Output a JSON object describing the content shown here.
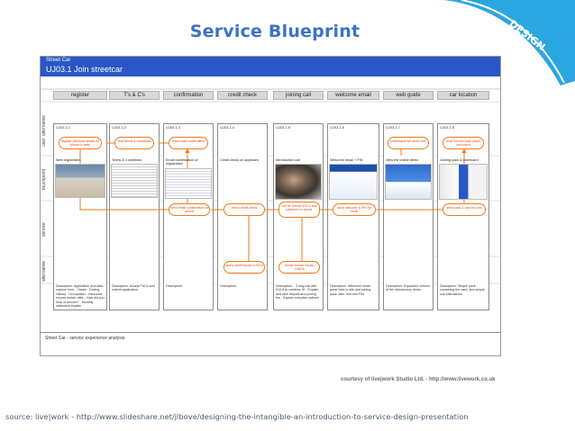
{
  "title": "Service Blueprint",
  "badge_text": "DESIGN",
  "blueprint": {
    "header_small": "Street Car",
    "header_big": "UJ03.1 Join streetcar",
    "row_labels": [
      "alternative",
      "user",
      "touchpoint",
      "service",
      "alternative"
    ],
    "columns": [
      {
        "head": "register",
        "uj": "UJ03.1.1",
        "pill_user": "register personal details (in phone or web)",
        "touchpoint": "Web registration",
        "pill_service": "",
        "description": "Description: Application and data capture form: - Name - Driving History - Occupation - Insurance excess waiver offer - How did you hear of service? - Monthly statement explain"
      },
      {
        "head": "T's & C's",
        "uj": "UJ03.1.2",
        "pill_user": "read terms & conditions",
        "touchpoint": "Terms & Conditions",
        "pill_service": "",
        "description": "Description: Accept T&Cs and submit application."
      },
      {
        "head": "confirmation",
        "uj": "UJ03.1.3",
        "pill_user": "read email confirmation",
        "touchpoint": "Email confirmation of registration",
        "pill_service": "send email confirmation on phone",
        "description": "Description:"
      },
      {
        "head": "credit check",
        "uj": "UJ03.1.4",
        "pill_user": "",
        "touchpoint": "Credit check on applicant",
        "pill_service": "check credit check",
        "description": "Description:"
      },
      {
        "head": "joining call",
        "uj": "UJ03.1.5",
        "pill_user": "",
        "touchpoint": "Introduction call",
        "pill_service": "call for checks DVLA and payment on phone",
        "description": "Description: - 3 way call with DVLA to combine ID - Explain and take deposit and joining fee - Explain induction options"
      },
      {
        "head": "welcome email",
        "uj": "UJ03.1.6",
        "pill_user": "",
        "touchpoint": "Welcome email + PIN",
        "pill_service": "send welcome & PIN by email",
        "description": "Description: Welcome email - great links to site and joining pack. bike: free text PIN"
      },
      {
        "head": "web guide",
        "uj": "UJ03.1.7",
        "pill_user": "understand full demo web",
        "touchpoint": "View the online demo",
        "pill_service": "",
        "description": "Description: Expanded version of the introductory demo."
      },
      {
        "head": "car location",
        "uj": "UJ03.1.8",
        "pill_user": "read Service pack paper document",
        "touchpoint": "Joining pack & streetcard",
        "pill_service": "send pack & card by post",
        "description": "Description: Simple pack containing the card, and simple use instructions."
      }
    ],
    "alt_pills": [
      {
        "text": "query credit issues UJ03.5"
      },
      {
        "text": "refuse licence issues UJ03.6"
      }
    ],
    "footer": "Street Car - service experience analysis"
  },
  "courtesy": "courtesy of live|work Studio Ltd. - http://www.livework.co.uk",
  "source": "source: live|work - http://www.slideshare.net/jlbove/designing-the-intangible-an-introduction-to-service-design-presentation",
  "colors": {
    "title": "#3a73c6",
    "header": "#2a56c6",
    "accent": "#f07a1a",
    "badge": "#2aa6e0"
  }
}
